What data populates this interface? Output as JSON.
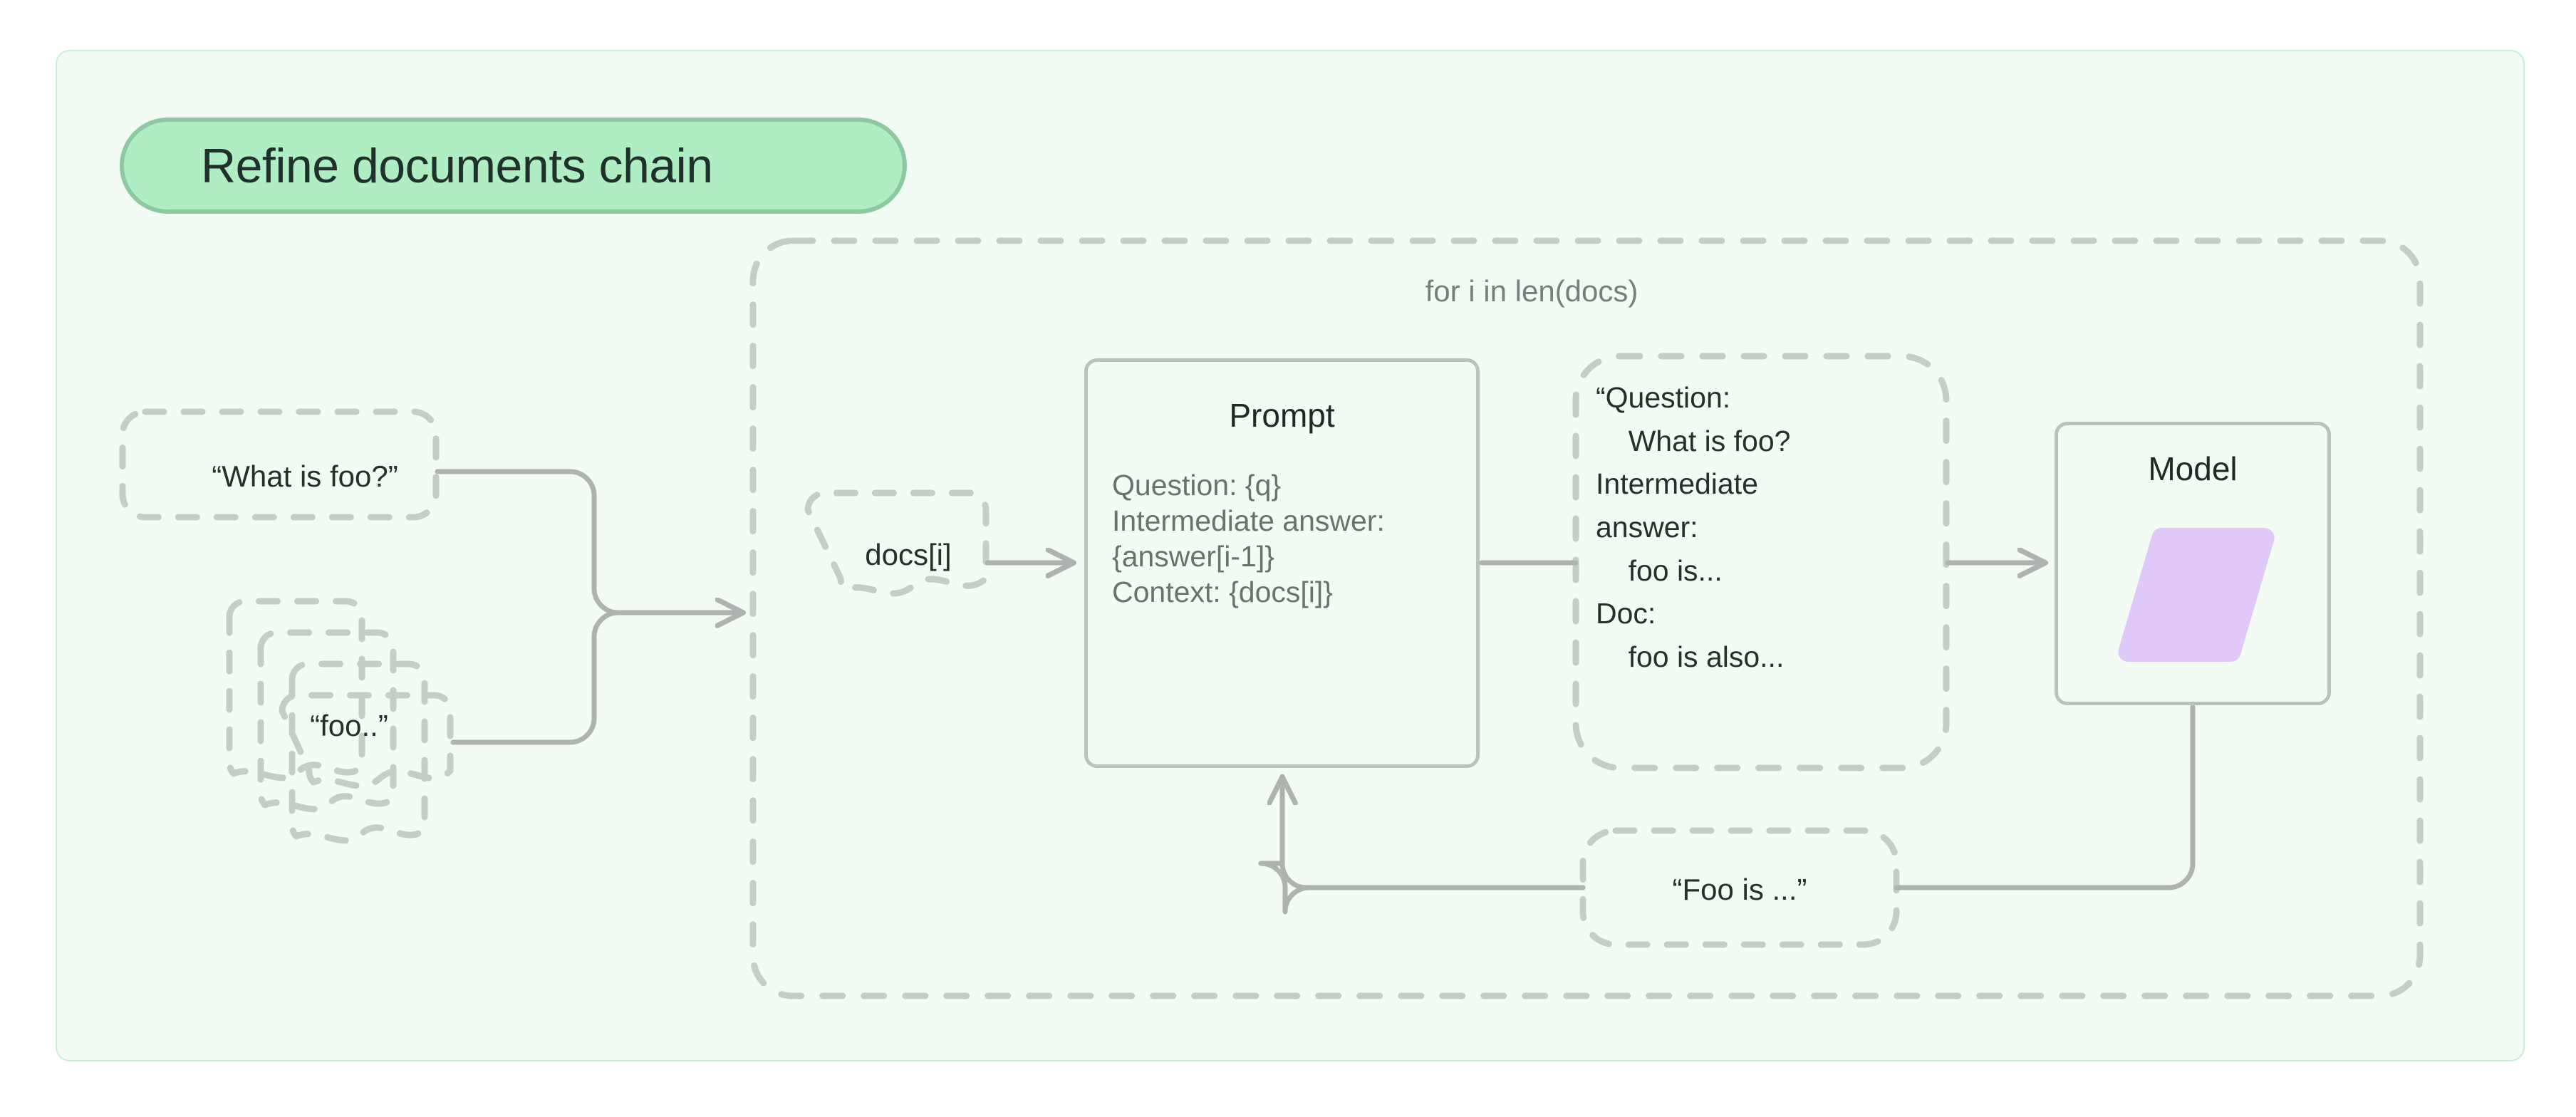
{
  "diagram": {
    "title": "Refine documents chain",
    "loop_caption": "for i in len(docs)",
    "colors": {
      "page_background": "#ffffff",
      "container_fill": "#f2fbf4",
      "container_border": "#c7f0d4",
      "title_pill_fill": "#aeeec2",
      "title_pill_border": "#8cc9a1",
      "node_stroke": "#b9c2bd",
      "dashed_stroke": "#c5cdc8",
      "connector_stroke": "#aeb3b0",
      "model_glyph_fill": "#e0c8f8",
      "text_dark": "#24302c",
      "text_muted": "#6b716e"
    },
    "inputs": {
      "question": "“What is foo?”",
      "documents": "“foo..”",
      "documents_stack_count": 4
    },
    "loop": {
      "docs_item": "docs[i]",
      "prompt": {
        "title": "Prompt",
        "lines": [
          "Question: {q}",
          "Intermediate answer:",
          "{answer[i-1]}",
          "Context: {docs[i]}"
        ]
      },
      "rendered_prompt": {
        "lines": [
          "“Question:",
          "    What is foo?",
          "Intermediate",
          "answer:",
          "    foo is...",
          "Doc:",
          "    foo is also..."
        ]
      },
      "model": {
        "title": "Model",
        "glyph": "parallelogram-icon"
      },
      "output": "“Foo is ...”"
    },
    "edges": [
      {
        "from": "question",
        "to": "merge-point",
        "arrow": false
      },
      {
        "from": "documents",
        "to": "merge-point",
        "arrow": false
      },
      {
        "from": "merge-point",
        "to": "loop-boundary",
        "arrow": true
      },
      {
        "from": "docs-item",
        "to": "prompt",
        "arrow": true
      },
      {
        "from": "prompt",
        "to": "rendered-prompt",
        "arrow": false
      },
      {
        "from": "rendered-prompt",
        "to": "model",
        "arrow": true
      },
      {
        "from": "model",
        "to": "output",
        "arrow": false
      },
      {
        "from": "output",
        "to": "prompt",
        "arrow": true
      }
    ]
  }
}
